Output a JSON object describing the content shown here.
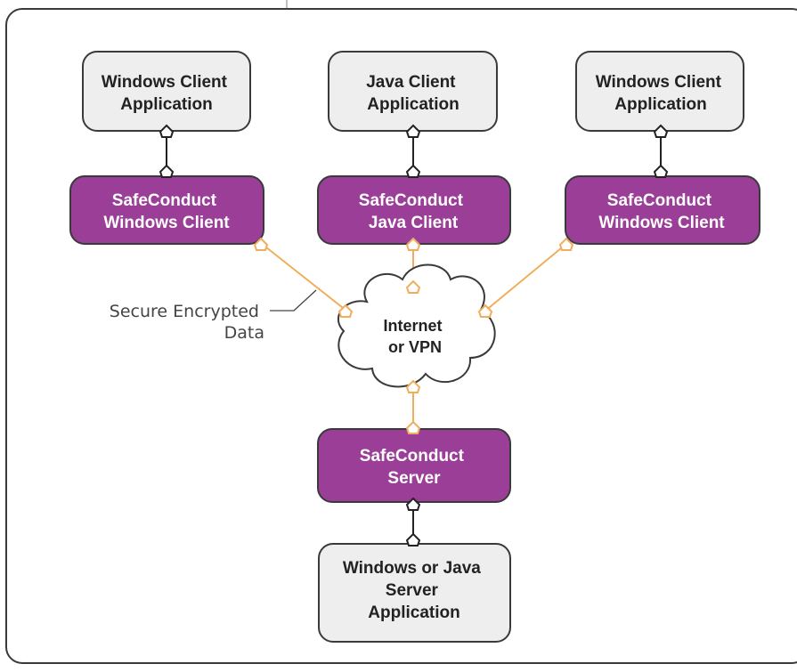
{
  "colors": {
    "frame_stroke": "#3a3a3a",
    "app_fill": "#eeeeee",
    "app_text": "#222222",
    "component_fill": "#9b3e98",
    "component_text": "#ffffff",
    "link_secure": "#f1ad5b",
    "link_local": "#222222",
    "cloud_fill": "#ffffff",
    "annotation_text": "#444444"
  },
  "nodes": {
    "app_windows_left": {
      "lines": [
        "Windows Client",
        "Application"
      ]
    },
    "app_java": {
      "lines": [
        "Java Client",
        "Application"
      ]
    },
    "app_windows_right": {
      "lines": [
        "Windows Client",
        "Application"
      ]
    },
    "sc_windows_left": {
      "lines": [
        "SafeConduct",
        "Windows Client"
      ]
    },
    "sc_java": {
      "lines": [
        "SafeConduct",
        "Java Client"
      ]
    },
    "sc_windows_right": {
      "lines": [
        "SafeConduct",
        "Windows Client"
      ]
    },
    "cloud": {
      "lines": [
        "Internet",
        "or VPN"
      ]
    },
    "sc_server": {
      "lines": [
        "SafeConduct",
        "Server"
      ]
    },
    "app_server": {
      "lines": [
        "Windows or Java",
        "Server",
        "Application"
      ]
    }
  },
  "annotation": {
    "lines": [
      "Secure Encrypted",
      "Data"
    ]
  }
}
